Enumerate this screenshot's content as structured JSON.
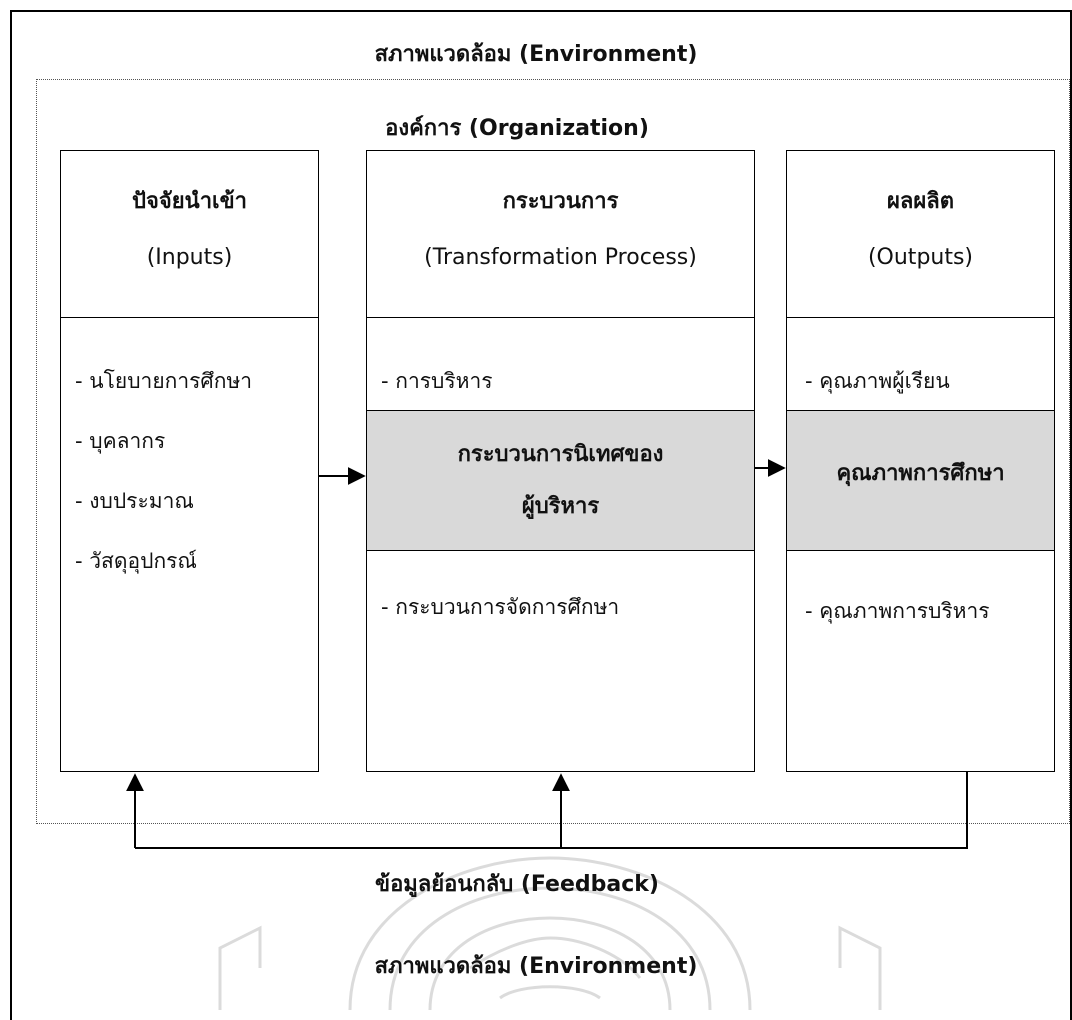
{
  "environment_top": "สภาพแวดล้อม (Environment)",
  "organization": "องค์การ (Organization)",
  "inputs": {
    "title_th": "ปัจจัยนำเข้า",
    "title_en": "(Inputs)",
    "items": [
      "- นโยบายการศึกษา",
      "- บุคลากร",
      "- งบประมาณ",
      "- วัสดุอุปกรณ์"
    ]
  },
  "process": {
    "title_th": "กระบวนการ",
    "title_en": "(Transformation Process)",
    "item_top": "- การบริหาร",
    "highlight_line1": "กระบวนการนิเทศของ",
    "highlight_line2": "ผู้บริหาร",
    "item_bottom": "- กระบวนการจัดการศึกษา"
  },
  "outputs": {
    "title_th": "ผลผลิต",
    "title_en": "(Outputs)",
    "item_top": "- คุณภาพผู้เรียน",
    "highlight": "คุณภาพการศึกษา",
    "item_bottom": "- คุณภาพการบริหาร"
  },
  "feedback": "ข้อมูลย้อนกลับ (Feedback)",
  "environment_bottom": "สภาพแวดล้อม (Environment)",
  "colors": {
    "highlight": "#d9d9d9",
    "line": "#000000"
  }
}
